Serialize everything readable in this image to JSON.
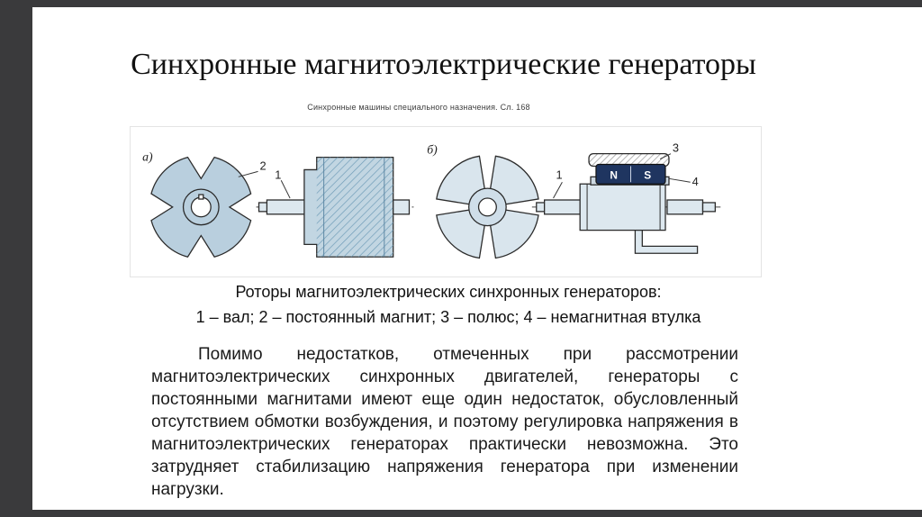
{
  "slide": {
    "title": "Синхронные магнитоэлектрические генераторы",
    "subtitle": "Синхронные машины специального назначения. Сл. 168"
  },
  "figure": {
    "label_a": "а)",
    "label_b": "б)",
    "callout_shaft_a": "1",
    "callout_magnet": "2",
    "callout_shaft_b": "1",
    "callout_pole": "3",
    "callout_sleeve": "4",
    "magnet_north": "N",
    "magnet_south": "S",
    "caption_title": "Роторы магнитоэлектрических синхронных генераторов:",
    "caption_legend": "1 – вал; 2 – постоянный магнит; 3 – полюс; 4 – немагнитная втулка"
  },
  "body": {
    "paragraph": "Помимо недостатков, отмеченных при рассмотрении магнитоэлектрических синхронных двигателей, генераторы с постоянными магнитами имеют еще один недостаток, обусловленный отсутствием обмотки возбуждения, и поэтому регулировка напряжения в магнитоэлектрических генераторах практически невозможна. Это затрудняет стабилизацию напряжения генератора при изменении нагрузки."
  },
  "colors": {
    "background": "#3a3a3c",
    "slide_bg": "#ffffff",
    "title_text": "#111111",
    "body_text": "#1a1a1a",
    "rotor_fill": "#b9cfde",
    "rotor_light_fill": "#d9e5ed",
    "side_view_fill": "#dde8ef",
    "magnet_fill": "#1f3560",
    "hatch_blue": "#6f9cb8",
    "line_color": "#2b2b2b"
  }
}
